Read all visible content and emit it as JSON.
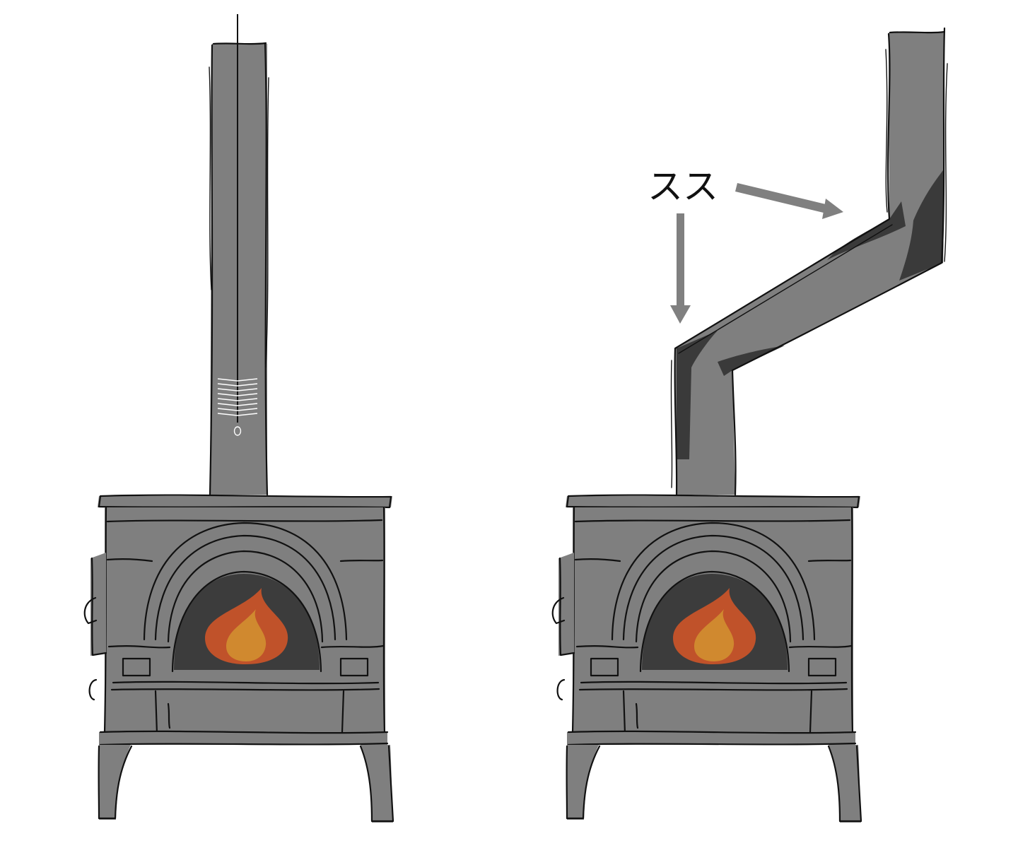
{
  "annotation": {
    "label": "スス"
  },
  "colors": {
    "body": "#7f7f7f",
    "firebox": "#3c3c3c",
    "soot": "#3a3a3a",
    "arrow": "#808080",
    "flame_outer": "#c0522a",
    "flame_inner": "#d0892f",
    "outline": "#111111"
  },
  "stoves": [
    {
      "name": "left-stove",
      "flue": "straight"
    },
    {
      "name": "right-stove",
      "flue": "offset-with-soot"
    }
  ]
}
